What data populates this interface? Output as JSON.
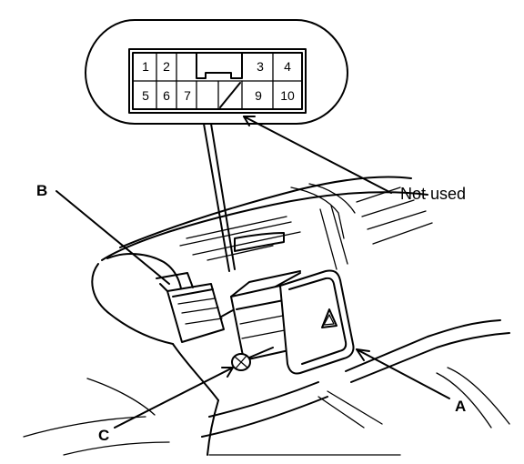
{
  "connector": {
    "pins": [
      {
        "id": "pin-1",
        "label": "1"
      },
      {
        "id": "pin-2",
        "label": "2"
      },
      {
        "id": "pin-3",
        "label": "3"
      },
      {
        "id": "pin-4",
        "label": "4"
      },
      {
        "id": "pin-5",
        "label": "5"
      },
      {
        "id": "pin-6",
        "label": "6"
      },
      {
        "id": "pin-7",
        "label": "7"
      },
      {
        "id": "pin-9",
        "label": "9"
      },
      {
        "id": "pin-10",
        "label": "10"
      }
    ],
    "unused_label": "Not used"
  },
  "callouts": {
    "a": "A",
    "b": "B",
    "c": "C"
  }
}
